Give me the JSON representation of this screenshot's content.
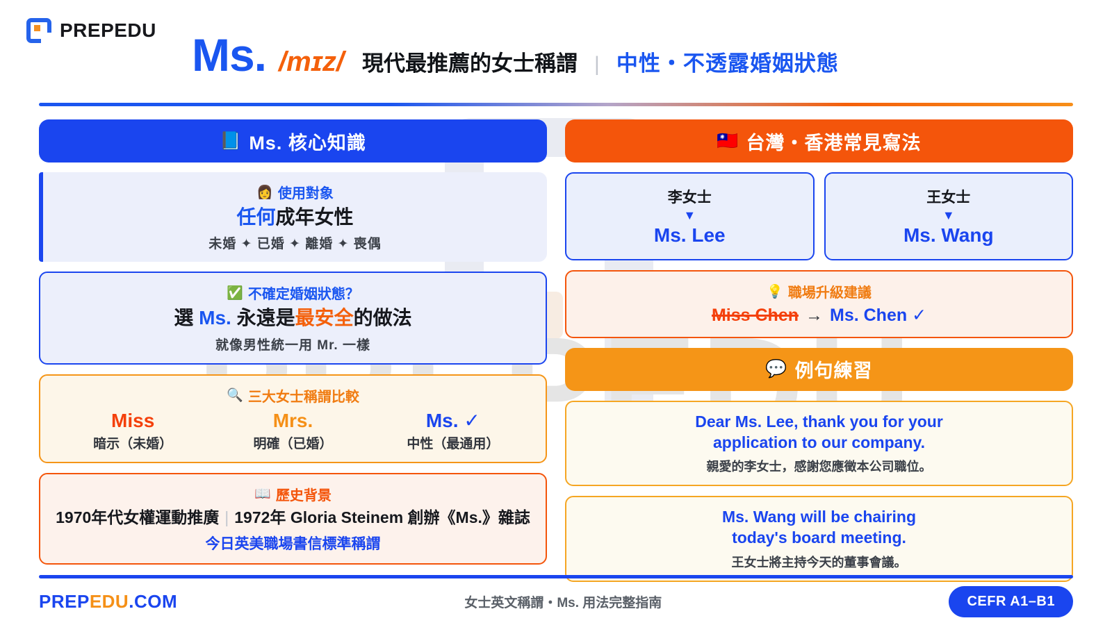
{
  "brand": {
    "logo_text": "PREPEDU",
    "logo_icon": "prepedu-square-logo",
    "watermark_text": "PREPEDU"
  },
  "header": {
    "term": "Ms.",
    "ipa": "/mɪz/",
    "tagline": "現代最推薦的女士稱謂",
    "separator": "|",
    "highlight": "中性・不透露婚姻狀態"
  },
  "left": {
    "band": {
      "emoji": "📘",
      "label": "Ms. 核心知識"
    },
    "card_audience": {
      "head_emoji": "👩",
      "head": "使用對象",
      "big_a": "任何",
      "big_b": "成年女性",
      "sub": "未婚 ✦ 已婚 ✦ 離婚 ✦ 喪偶"
    },
    "card_uncertain": {
      "head_emoji": "✅",
      "head": "不確定婚姻狀態？",
      "big_1": "選 ",
      "big_2": "Ms.",
      "big_3": " 永遠是",
      "big_4": "最安全",
      "big_5": "的做法",
      "sub": "就像男性統一用 Mr. 一樣"
    },
    "card_compare": {
      "head_emoji": "🔍",
      "head": "三大女士稱謂比較",
      "items": [
        {
          "term": "Miss",
          "desc": "暗示（未婚）",
          "color": "red"
        },
        {
          "term": "Mrs.",
          "desc": "明確（已婚）",
          "color": "orange"
        },
        {
          "term": "Ms. ✓",
          "desc": "中性（最通用）",
          "color": "blue"
        }
      ]
    },
    "card_history": {
      "head_emoji": "📖",
      "head": "歷史背景",
      "line_a": "1970年代女權運動推廣",
      "separator": "|",
      "line_b": "1972年 Gloria Steinem 創辦《Ms.》雜誌",
      "note": "今日英美職場書信標準稱謂"
    }
  },
  "right": {
    "band": {
      "emoji": "🇹🇼",
      "label": "台灣・香港常見寫法"
    },
    "names": [
      {
        "cn": "李女士",
        "arrow": "▼",
        "en": "Ms. Lee"
      },
      {
        "cn": "王女士",
        "arrow": "▼",
        "en": "Ms. Wang"
      }
    ],
    "card_upgrade": {
      "head_emoji": "💡",
      "head": "職場升級建議",
      "bad": "Miss Chen",
      "arrow": "→",
      "good": "Ms. Chen ✓"
    },
    "band_examples": {
      "emoji": "💬",
      "label": "例句練習"
    },
    "examples": [
      {
        "en_line1": "Dear Ms. Lee, thank you for your",
        "en_line2": "application to our company.",
        "cn": "親愛的李女士，感謝您應徵本公司職位。"
      },
      {
        "en_line1": "Ms. Wang will be chairing",
        "en_line2": "today's board meeting.",
        "cn": "王女士將主持今天的董事會議。"
      }
    ]
  },
  "footer": {
    "site_a": "PREP",
    "site_b": "EDU",
    "site_c": ".COM",
    "center": "女士英文稱謂・Ms. 用法完整指南",
    "badge": "CEFR A1–B1"
  },
  "colors": {
    "blue": "#1a45ef",
    "blue_text": "#1a56f0",
    "orange": "#f4550b",
    "amber": "#f59517",
    "red_orange": "#f4400b",
    "dark": "#16181d"
  }
}
